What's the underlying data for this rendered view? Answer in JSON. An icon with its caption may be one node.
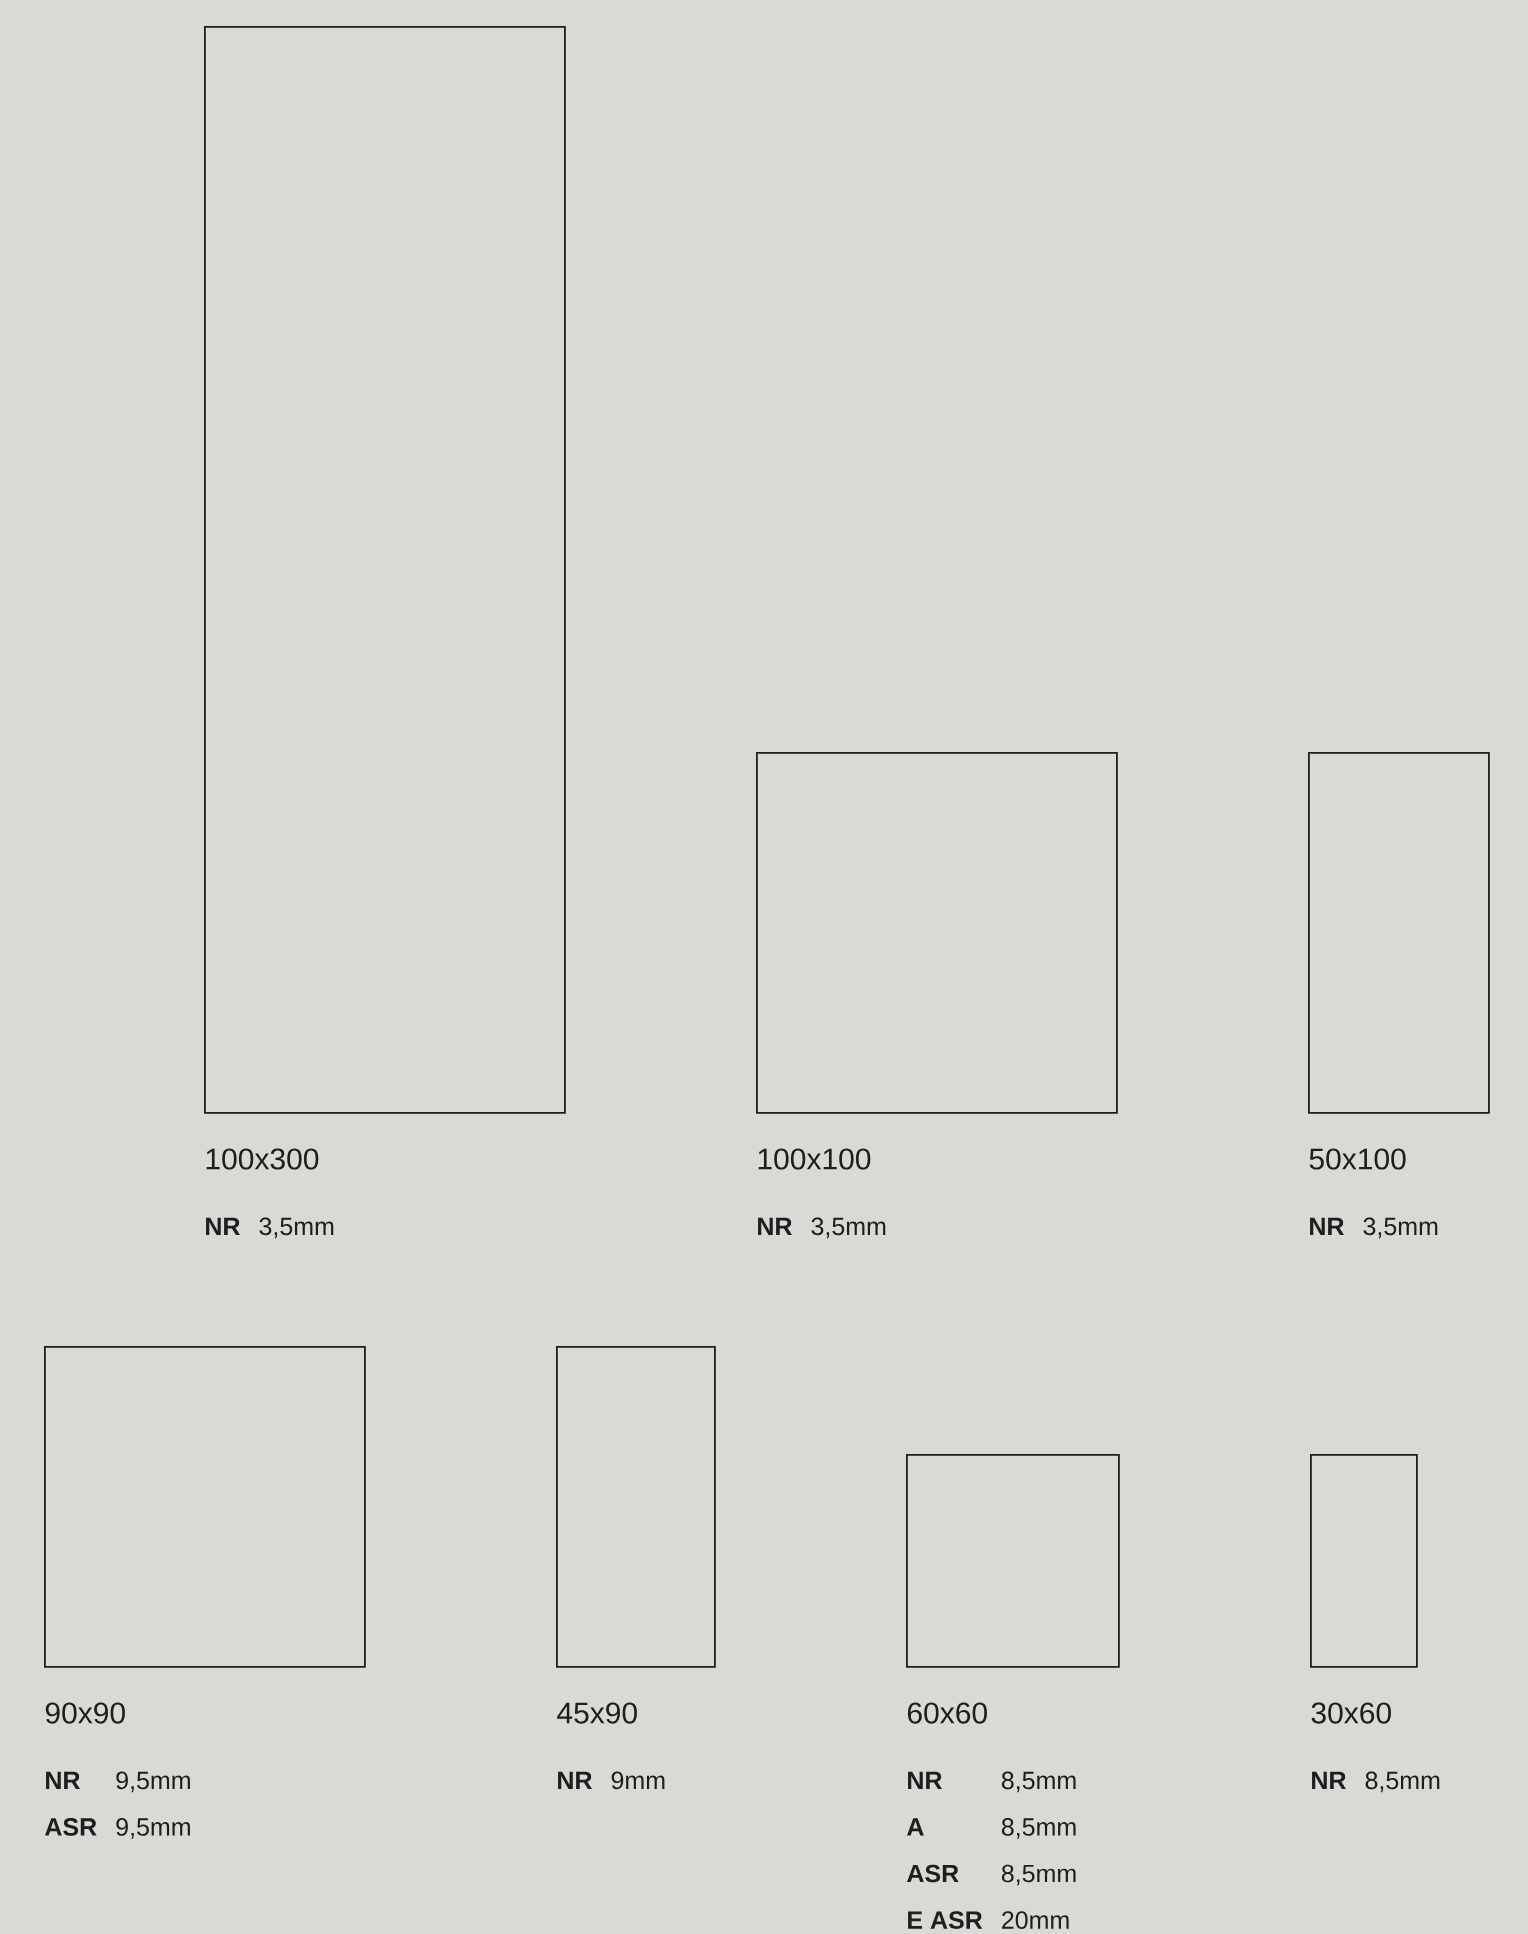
{
  "diagram": {
    "nodes": [
      {
        "text": [
          "100x300"
        ],
        "beside": [
          "NR",
          "3,5mm"
        ]
      },
      {
        "text": [
          "100x100"
        ],
        "beside": [
          "NR",
          "3,5mm"
        ]
      },
      {
        "text": [
          "50x100"
        ],
        "beside": [
          "NR",
          "3,5mm"
        ]
      },
      {
        "text": [
          "90x90"
        ],
        "beside": [
          "NR",
          "9,5mm",
          "ASR",
          "9,5mm"
        ]
      },
      {
        "text": [
          "45x90"
        ],
        "beside": [
          "NR",
          "9mm"
        ]
      },
      {
        "text": [
          "60x60"
        ],
        "beside": [
          "NR",
          "8,5mm",
          "A",
          "8,5mm",
          "ASR",
          "8,5mm",
          "E ASR",
          "20mm"
        ]
      },
      {
        "text": [
          "30x60"
        ],
        "beside": [
          "NR",
          "8,5mm"
        ]
      }
    ]
  }
}
